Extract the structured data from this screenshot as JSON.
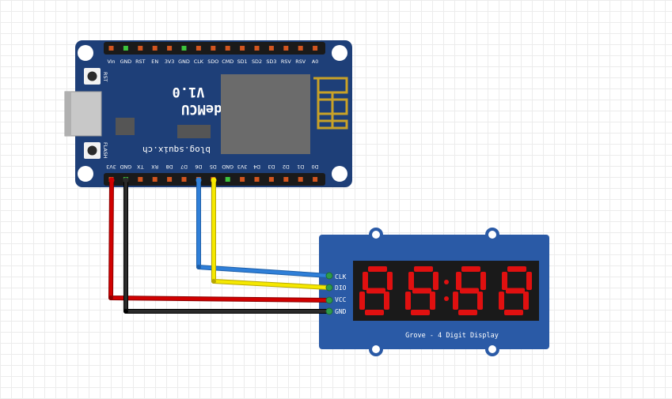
{
  "nodemcu": {
    "top_pins": [
      "Vin",
      "GND",
      "RST",
      "EN",
      "3V3",
      "GND",
      "CLK",
      "SDO",
      "CMD",
      "SD1",
      "SD2",
      "SD3",
      "RSV",
      "RSV",
      "A0"
    ],
    "bottom_pins": [
      "3V3",
      "GND",
      "TX",
      "RX",
      "D8",
      "D7",
      "D6",
      "D5",
      "GND",
      "3V3",
      "D4",
      "D3",
      "D2",
      "D1",
      "D0"
    ],
    "board_name": "NodeMCU",
    "version": "V1.0",
    "site": "blog.squix.ch",
    "rst_label": "RST",
    "flash_label": "FLASH"
  },
  "display": {
    "pins": [
      "CLK",
      "DIO",
      "VCC",
      "GND"
    ],
    "caption": "Grove - 4 Digit Display"
  },
  "colors": {
    "board": "#1e3f78",
    "display_board": "#2a5aa6",
    "wire_red": "#d10000",
    "wire_black": "#1a1a1a",
    "wire_blue": "#2f7fd8",
    "wire_yellow": "#f5e800",
    "segment_on": "#e01010"
  }
}
